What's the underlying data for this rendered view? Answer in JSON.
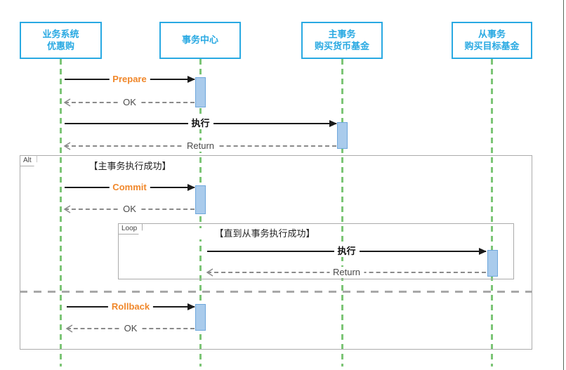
{
  "diagram_type": "uml-sequence",
  "actors": [
    {
      "line1": "业务系统",
      "line2": "优惠购"
    },
    {
      "line1": "事务中心",
      "line2": ""
    },
    {
      "line1": "主事务",
      "line2": "购买货币基金"
    },
    {
      "line1": "从事务",
      "line2": "购买目标基金"
    }
  ],
  "messages": [
    {
      "label": "Prepare",
      "kind": "sync",
      "from": "业务系统优惠购",
      "to": "事务中心"
    },
    {
      "label": "OK",
      "kind": "return",
      "from": "事务中心",
      "to": "业务系统优惠购"
    },
    {
      "label": "执行",
      "kind": "sync",
      "from": "业务系统优惠购",
      "to": "主事务购买货币基金"
    },
    {
      "label": "Return",
      "kind": "return",
      "from": "主事务购买货币基金",
      "to": "业务系统优惠购"
    },
    {
      "label": "Commit",
      "kind": "sync",
      "from": "业务系统优惠购",
      "to": "事务中心"
    },
    {
      "label": "OK",
      "kind": "return",
      "from": "事务中心",
      "to": "业务系统优惠购"
    },
    {
      "label": "执行",
      "kind": "sync",
      "from": "事务中心",
      "to": "从事务购买目标基金"
    },
    {
      "label": "Return",
      "kind": "return",
      "from": "从事务购买目标基金",
      "to": "事务中心"
    },
    {
      "label": "Rollback",
      "kind": "sync",
      "from": "业务系统优惠购",
      "to": "事务中心"
    },
    {
      "label": "OK",
      "kind": "return",
      "from": "事务中心",
      "to": "业务系统优惠购"
    }
  ],
  "frames": {
    "alt": {
      "label": "Alt",
      "condition": "【主事务执行成功】"
    },
    "loop": {
      "label": "Loop",
      "condition": "【直到从事务执行成功】"
    }
  },
  "icons": {
    "sync_arrowhead": "filled-triangle-right",
    "return_arrowhead": "open-chevron-left"
  },
  "colors": {
    "actor_blue": "#29A9E2",
    "lifeline_green": "#7CC576",
    "activation_fill": "#A9CBEC",
    "activation_border": "#6FA7DC",
    "emphasis_orange": "#F0872A",
    "frame_gray": "#ABABAB",
    "sync_line": "#1A1A1A",
    "return_line": "#8A8A8A"
  }
}
